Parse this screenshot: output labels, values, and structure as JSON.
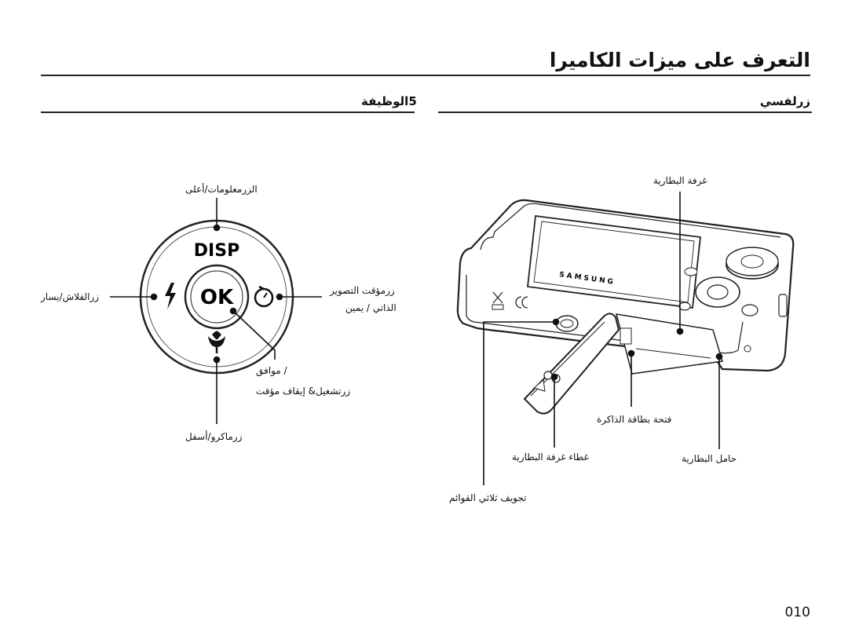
{
  "header": {
    "title": "التعرف على ميزات الكاميرا"
  },
  "sections": {
    "left": "5الوظيفة",
    "right": "زرلفسي"
  },
  "dial": {
    "disp": "DISP",
    "ok": "OK",
    "labels": {
      "top": "الزرمعلومات/أعلى",
      "left": "زرالفلاش/يسار",
      "right1": "زرمؤقت التصوير",
      "right2": "الذاتي / يمين",
      "center1": "/ موافق",
      "center2": "زرتشغيل& إيقاف مؤقت",
      "bottom": "زرماكرو/أسفل"
    }
  },
  "camera": {
    "brand": "SAMSUNG",
    "labels": {
      "battery_chamber": "غرفة البطارية",
      "memory_slot": "فتحة بطاقة الذاكرة",
      "battery_cover": "غطاء غرفة البطارية",
      "battery_holder": "حامل البطارية",
      "tripod": "تجويف ثلاثي القوائم"
    }
  },
  "footer": {
    "page_number": "010"
  }
}
